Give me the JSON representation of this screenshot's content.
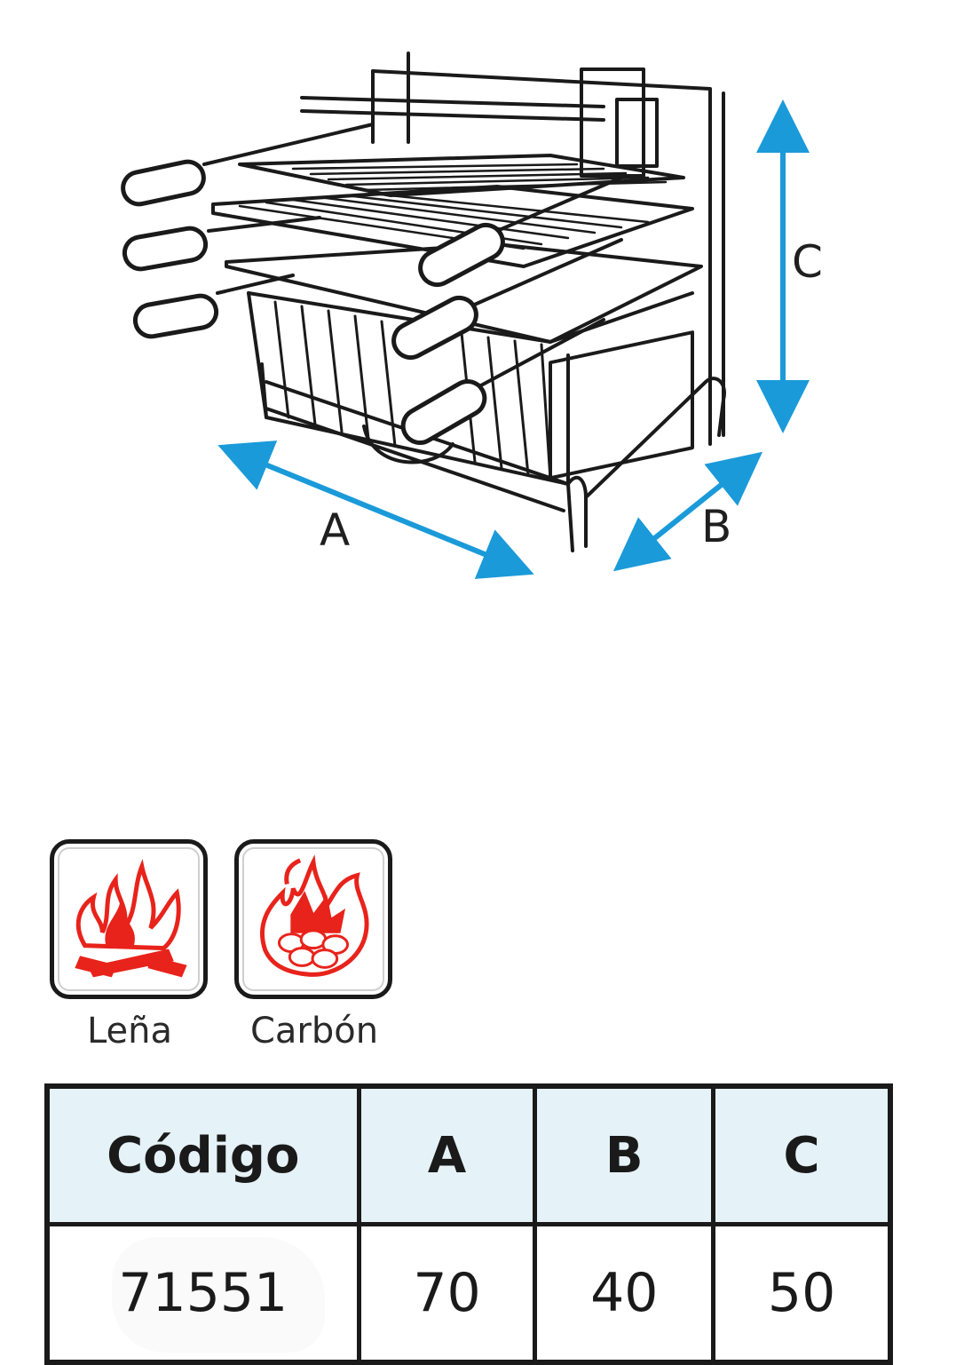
{
  "diagram": {
    "dimension_labels": {
      "a": "A",
      "b": "B",
      "c": "C"
    },
    "arrow_color": "#1a9ad9"
  },
  "fuel_types": [
    {
      "label": "Leña",
      "icon": "wood-fire-icon",
      "color": "#e8231b"
    },
    {
      "label": "Carbón",
      "icon": "charcoal-fire-icon",
      "color": "#e8231b"
    }
  ],
  "table": {
    "headers": [
      "Código",
      "A",
      "B",
      "C"
    ],
    "rows": [
      [
        "71551",
        "70",
        "40",
        "50"
      ]
    ],
    "header_bg": "#e5f2f8"
  }
}
